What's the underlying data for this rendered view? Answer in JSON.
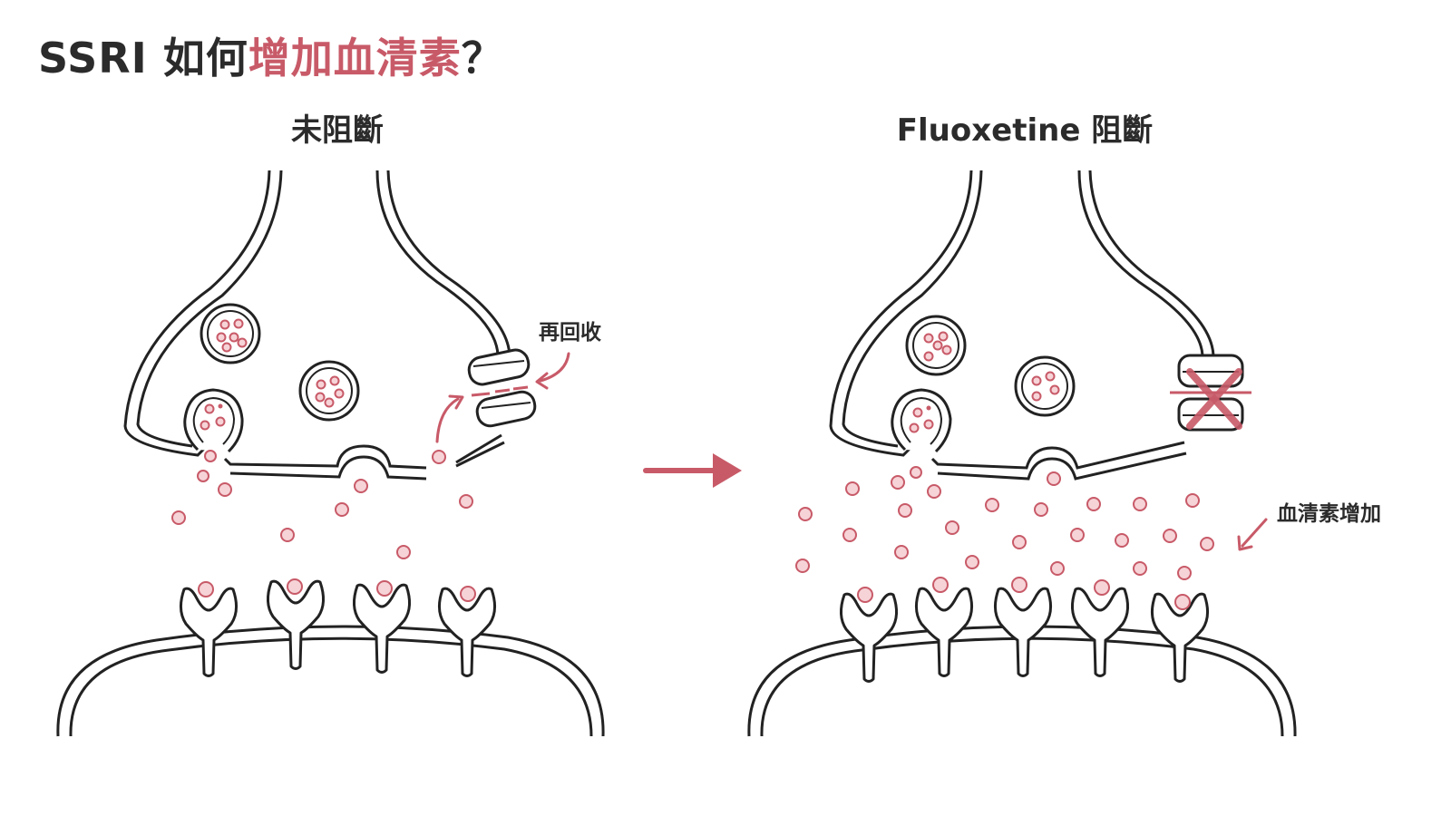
{
  "title": {
    "prefix": "SSRI 如何",
    "highlight": "增加血清素",
    "suffix": "？"
  },
  "panels": {
    "left": {
      "heading": "未阻斷"
    },
    "right": {
      "heading": "Fluoxetine 阻斷"
    }
  },
  "annotations": {
    "reuptake": "再回收",
    "serotonin_increase": "血清素增加"
  },
  "colors": {
    "accent": "#c85a68",
    "molecule_fill": "#f6d3d7",
    "line": "#222222",
    "text": "#2b2b2b"
  }
}
